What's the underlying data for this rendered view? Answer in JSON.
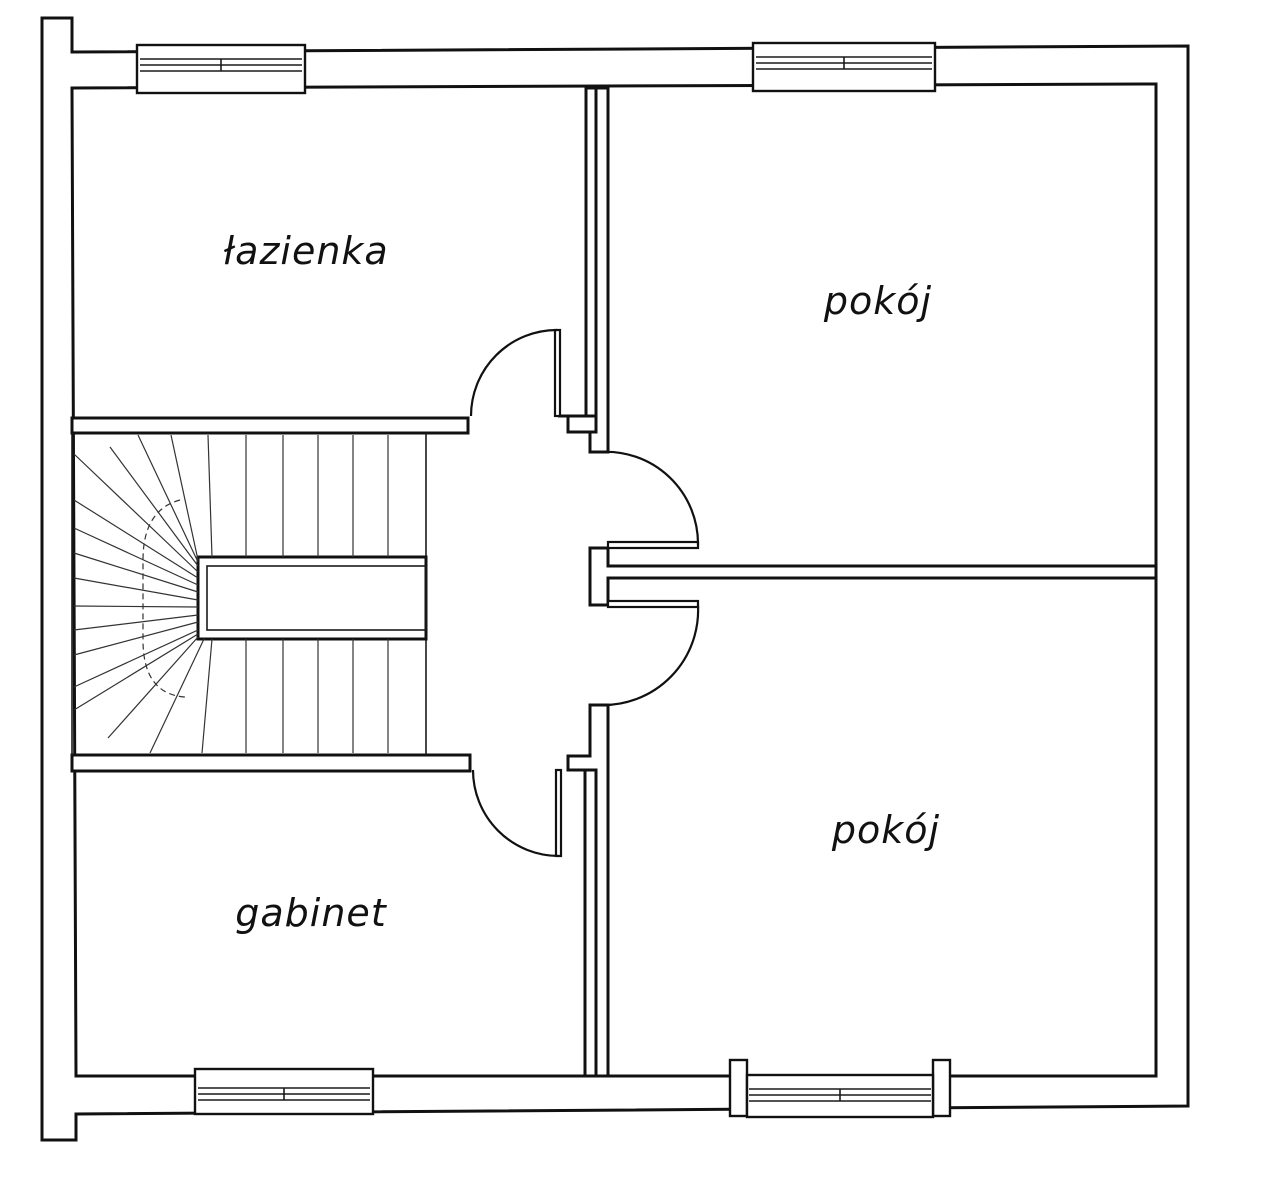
{
  "rooms": {
    "bathroom": "łazienka",
    "room_top": "pokój",
    "room_bottom": "pokój",
    "study": "gabinet"
  },
  "colors": {
    "line": "#111111",
    "background": "#ffffff"
  }
}
